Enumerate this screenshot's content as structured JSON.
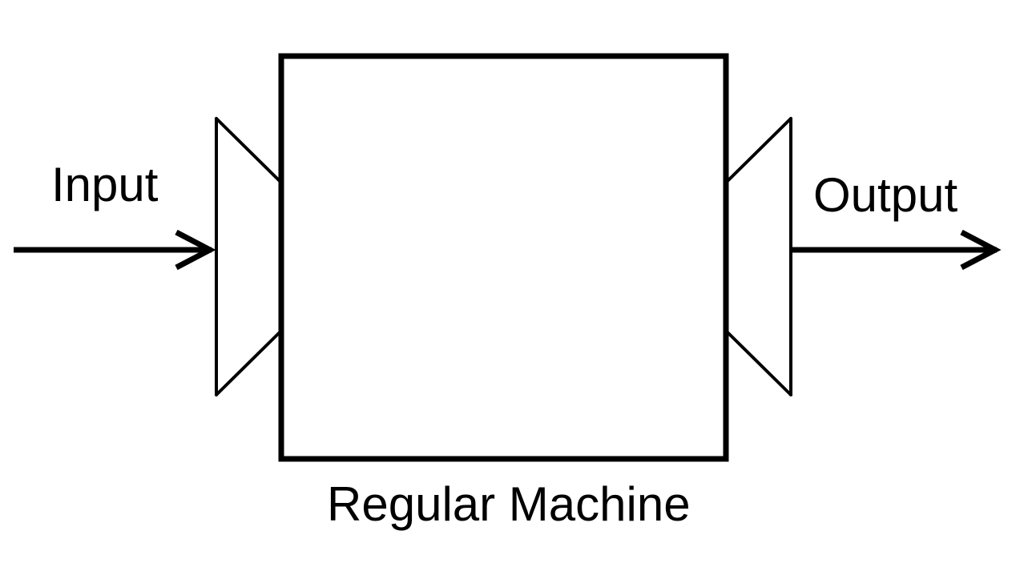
{
  "labels": {
    "input": "Input",
    "output": "Output",
    "machine": "Regular Machine"
  },
  "colors": {
    "stroke": "#000000",
    "background": "#ffffff"
  }
}
